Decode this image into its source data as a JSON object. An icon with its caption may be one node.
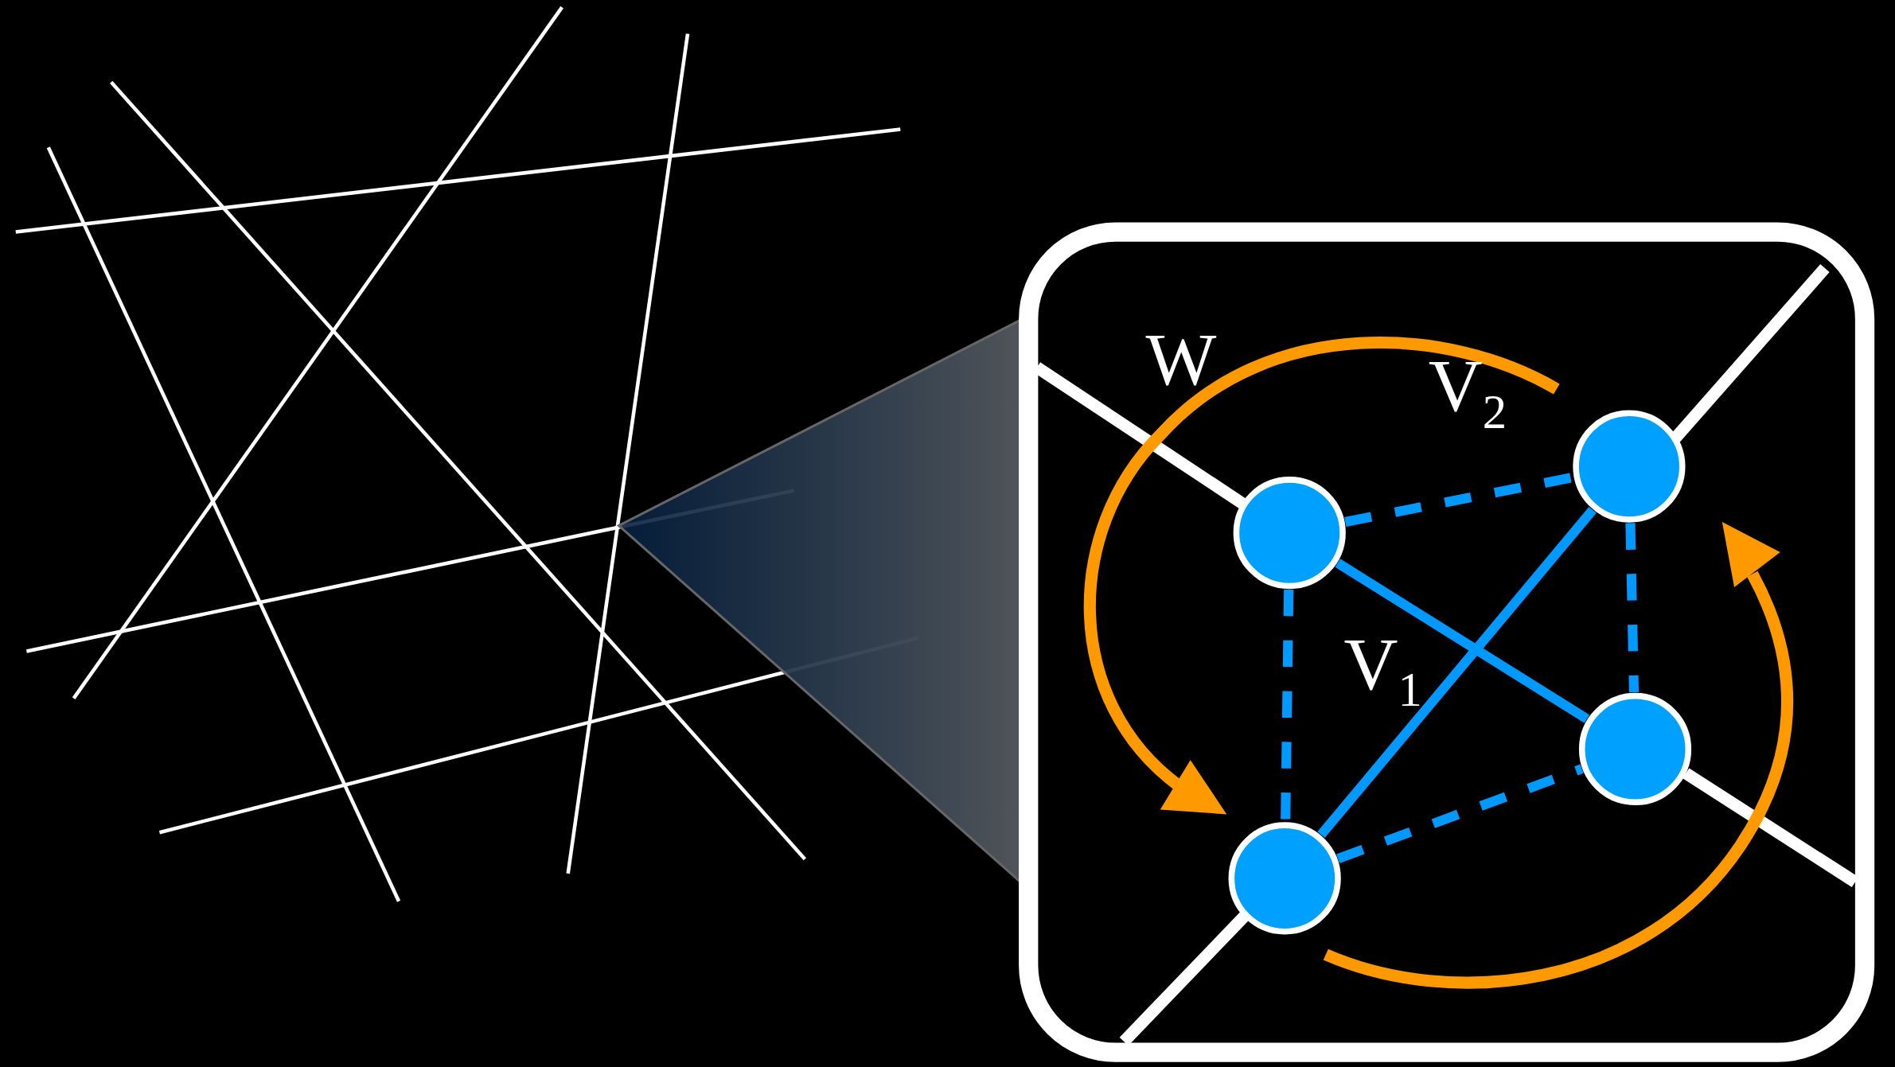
{
  "diagram": {
    "nodes": [
      {
        "text": [],
        "shape": "circle"
      },
      {
        "text": [],
        "shape": "circle"
      },
      {
        "text": [],
        "shape": "circle"
      },
      {
        "text": [],
        "shape": "circle"
      }
    ],
    "edges": [
      {
        "from": 0,
        "to": 3,
        "arrow": "none"
      },
      {
        "from": 1,
        "to": 2,
        "arrow": "none"
      },
      {
        "from": 0,
        "to": 2,
        "arrow": "none",
        "style": "dashed"
      },
      {
        "from": 0,
        "to": 1,
        "arrow": "none",
        "style": "dashed"
      },
      {
        "from": 1,
        "to": 3,
        "arrow": "none",
        "style": "dashed"
      },
      {
        "from": 2,
        "to": 3,
        "arrow": "none",
        "style": "dashed"
      }
    ],
    "labels": [
      "W",
      "V$_{2}$",
      "V$_{1}$"
    ]
  }
}
